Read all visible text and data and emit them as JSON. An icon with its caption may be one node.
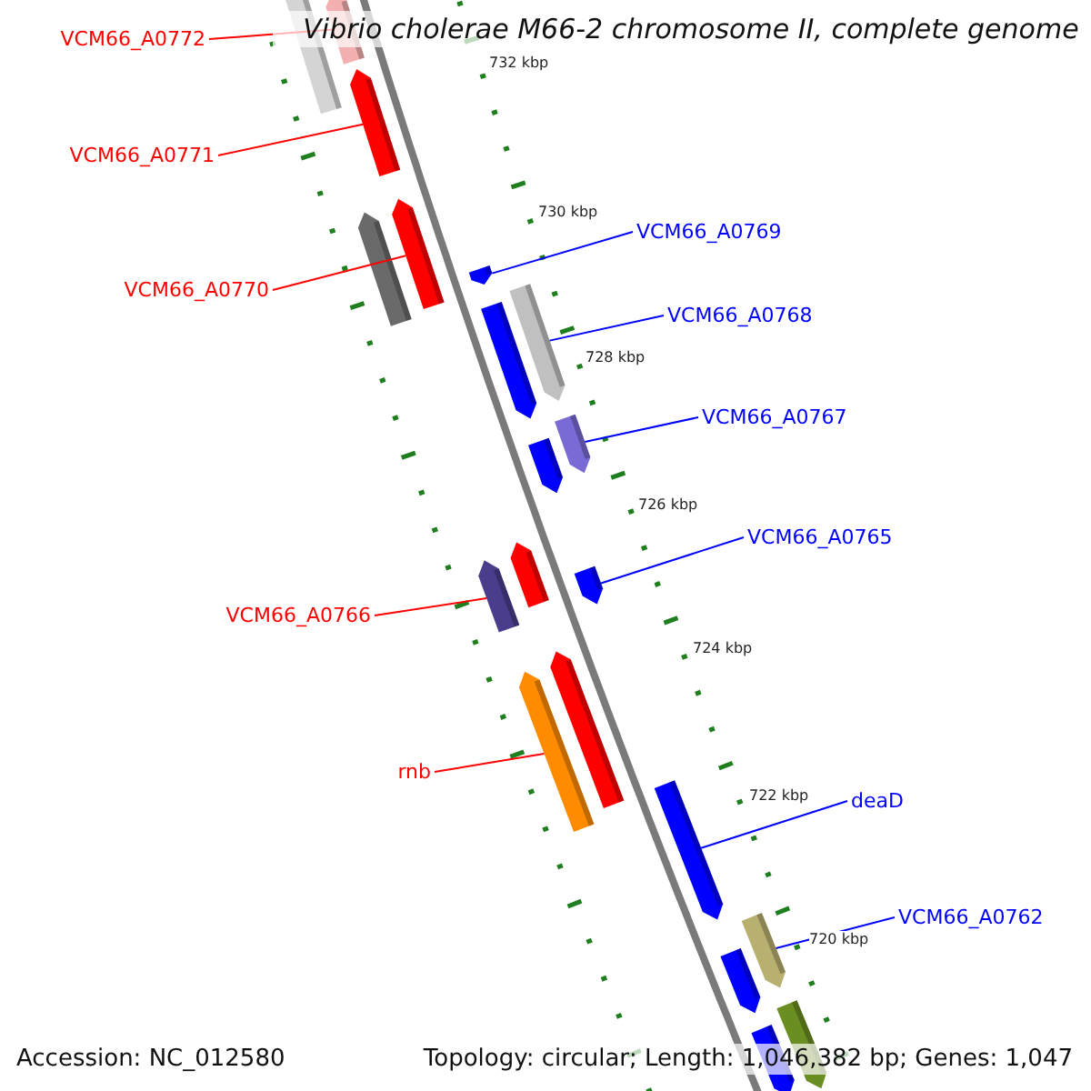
{
  "diagram": {
    "title": "Vibrio cholerae M66-2 chromosome II, complete genome",
    "nodes": [
      {
        "text": [
          "VCM66_A0772"
        ]
      },
      {
        "text": [
          "VCM66_A0771"
        ]
      },
      {
        "text": [
          "VCM66_A0769"
        ]
      },
      {
        "text": [
          "VCM66_A0770"
        ]
      },
      {
        "text": [
          "VCM66_A0768"
        ]
      },
      {
        "text": [
          "VCM66_A0767"
        ]
      },
      {
        "text": [
          "VCM66_A0765"
        ]
      },
      {
        "text": [
          "VCM66_A0766"
        ]
      },
      {
        "text": [
          "rnb"
        ]
      },
      {
        "text": [
          "deaD"
        ]
      },
      {
        "text": [
          "VCM66_A0762"
        ]
      },
      {
        "text": [],
        "shape": "bar"
      },
      {
        "text": [],
        "shape": "bar"
      },
      {
        "text": [],
        "shape": "bar"
      },
      {
        "text": [],
        "shape": "bar"
      },
      {
        "text": [],
        "shape": "bar"
      },
      {
        "text": [],
        "shape": "bar"
      },
      {
        "text": [],
        "shape": "bar"
      },
      {
        "text": [],
        "shape": "bar"
      },
      {
        "text": [],
        "shape": "bar"
      },
      {
        "text": [],
        "shape": "bar"
      },
      {
        "text": [],
        "shape": "bar"
      }
    ],
    "edges": [
      {
        "from": 0,
        "to": 11,
        "arrow": "none",
        "color": "#ff0000"
      },
      {
        "from": 1,
        "to": 12,
        "arrow": "none",
        "color": "#ff0000"
      },
      {
        "from": 2,
        "to": 14,
        "arrow": "none"
      },
      {
        "from": 3,
        "to": 13,
        "arrow": "none",
        "color": "#ff0000"
      },
      {
        "from": 4,
        "to": 15,
        "arrow": "none"
      },
      {
        "from": 5,
        "to": 16,
        "arrow": "none"
      },
      {
        "from": 6,
        "to": 18,
        "arrow": "none"
      },
      {
        "from": 7,
        "to": 17,
        "arrow": "none",
        "color": "#ff0000"
      },
      {
        "from": 8,
        "to": 19,
        "arrow": "none",
        "color": "#ff0000"
      },
      {
        "from": 9,
        "to": 20,
        "arrow": "none"
      },
      {
        "from": 10,
        "to": 21,
        "arrow": "none"
      }
    ],
    "labels": [
      "732 kbp",
      "730 kbp",
      "728 kbp",
      "726 kbp",
      "724 kbp",
      "722 kbp",
      "720 kbp",
      "Accession: NC_012580",
      "Topology: circular; Length: 1,046,382 bp; Genes: 1,047"
    ]
  }
}
